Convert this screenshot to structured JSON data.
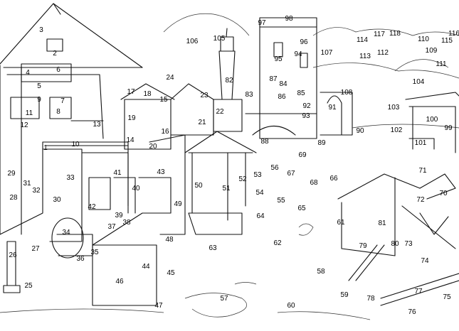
{
  "title": "",
  "labels": [
    "1",
    "2",
    "3",
    "4",
    "5",
    "6",
    "7",
    "8",
    "9",
    "10",
    "11",
    "12",
    "13",
    "14",
    "15",
    "16",
    "17",
    "18",
    "19",
    "20",
    "21",
    "22",
    "23",
    "24",
    "25",
    "26",
    "27",
    "28",
    "29",
    "30",
    "31",
    "32",
    "33",
    "34",
    "35",
    "36",
    "37",
    "38",
    "39",
    "40",
    "41",
    "42",
    "43",
    "44",
    "45",
    "46",
    "47",
    "48",
    "49",
    "50",
    "51",
    "52",
    "53",
    "54",
    "55",
    "56",
    "57",
    "58",
    "59",
    "60",
    "61",
    "62",
    "63",
    "64",
    "65",
    "66",
    "67",
    "68",
    "69",
    "70",
    "71",
    "72",
    "73",
    "74",
    "75",
    "76",
    "77",
    "78",
    "79",
    "80",
    "81",
    "82",
    "83",
    "84",
    "85",
    "86",
    "87",
    "88",
    "89",
    "90",
    "91",
    "92",
    "93",
    "94",
    "95",
    "96",
    "97",
    "98",
    "99",
    "100",
    "101",
    "102",
    "103",
    "104",
    "105",
    "106",
    "107",
    "108",
    "109",
    "110",
    "111",
    "112",
    "113",
    "114",
    "115",
    "116",
    "117",
    "118"
  ]
}
